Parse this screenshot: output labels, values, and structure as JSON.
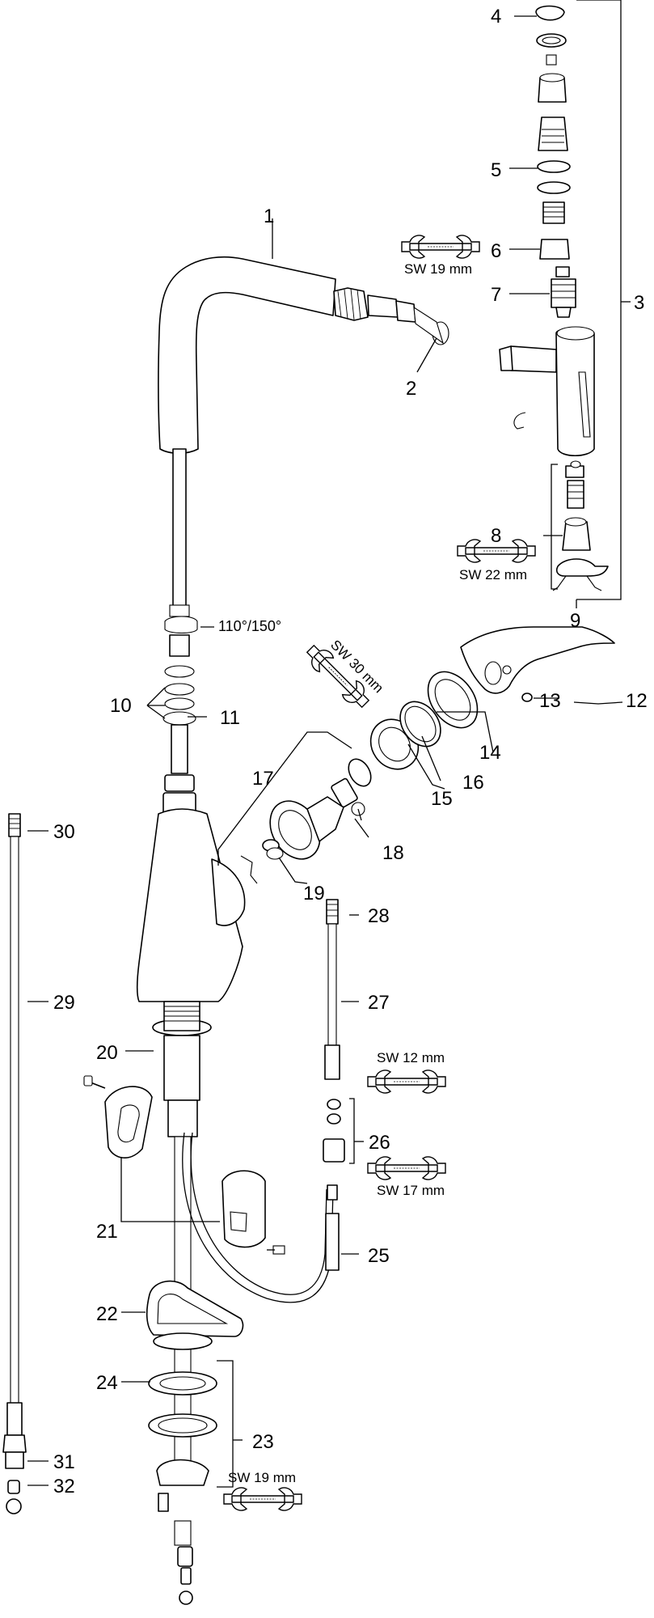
{
  "callouts": {
    "c1": "1",
    "c2": "2",
    "c3": "3",
    "c4": "4",
    "c5": "5",
    "c6": "6",
    "c7": "7",
    "c8": "8",
    "c9": "9",
    "c10": "10",
    "c11": "11",
    "c12": "12",
    "c13": "13",
    "c14": "14",
    "c15": "15",
    "c16": "16",
    "c17": "17",
    "c18": "18",
    "c19": "19",
    "c20": "20",
    "c21": "21",
    "c22": "22",
    "c23": "23",
    "c24": "24",
    "c25": "25",
    "c26": "26",
    "c27": "27",
    "c28": "28",
    "c29": "29",
    "c30": "30",
    "c31": "31",
    "c32": "32"
  },
  "annotations": {
    "angle": "110°/150°",
    "sw19_top": "SW 19 mm",
    "sw22": "SW 22 mm",
    "sw30": "SW 30 mm",
    "sw12": "SW 12 mm",
    "sw17": "SW 17 mm",
    "sw19_bottom": "SW 19 mm"
  },
  "colors": {
    "line": "#000000",
    "background": "#ffffff"
  },
  "icons": [
    "wrench-icon"
  ]
}
